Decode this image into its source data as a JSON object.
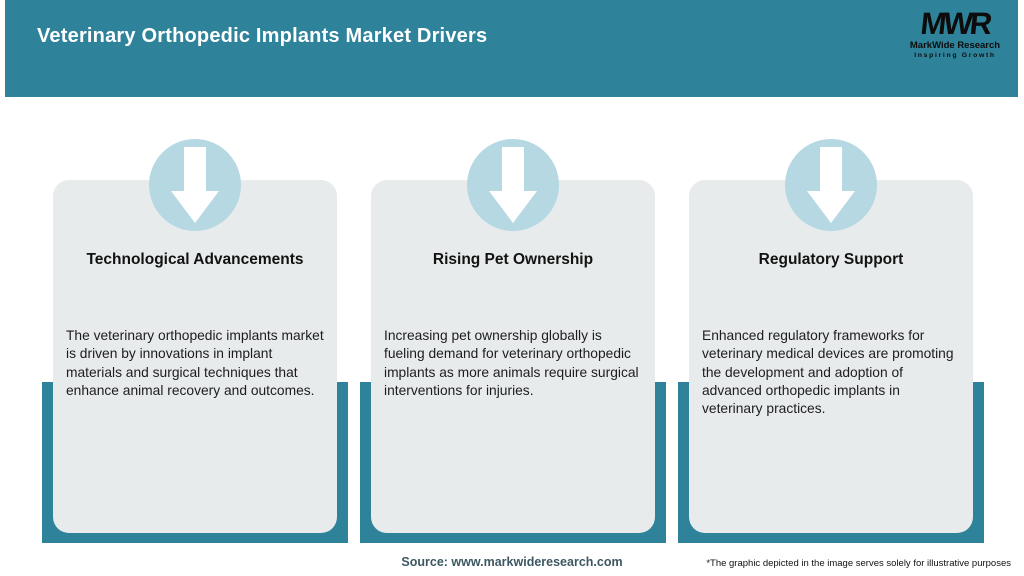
{
  "header": {
    "title": "Veterinary Orthopedic Implants Market Drivers",
    "logo": {
      "mark": "MWR",
      "name": "MarkWide Research",
      "tagline": "Inspiring Growth"
    }
  },
  "cards": [
    {
      "icon": "down-arrow-icon",
      "title": "Technological Advancements",
      "body": "The veterinary orthopedic implants market is driven by innovations in implant materials and surgical techniques that enhance animal recovery and outcomes."
    },
    {
      "icon": "down-arrow-icon",
      "title": "Rising Pet Ownership",
      "body": "Increasing pet ownership globally is fueling demand for veterinary orthopedic implants as more animals require surgical interventions for injuries."
    },
    {
      "icon": "down-arrow-icon",
      "title": "Regulatory Support",
      "body": "Enhanced regulatory frameworks for veterinary medical devices are promoting the development and adoption of advanced orthopedic implants in veterinary practices."
    }
  ],
  "footer": {
    "source": "Source: www.markwideresearch.com",
    "disclaimer": "*The graphic depicted in the image serves solely for illustrative purposes"
  },
  "colors": {
    "teal": "#2e839b",
    "circle_blue": "#b5d8e3",
    "card_bg": "#e8ebec",
    "title_text": "#ffffff",
    "source_text": "#3d5761"
  }
}
